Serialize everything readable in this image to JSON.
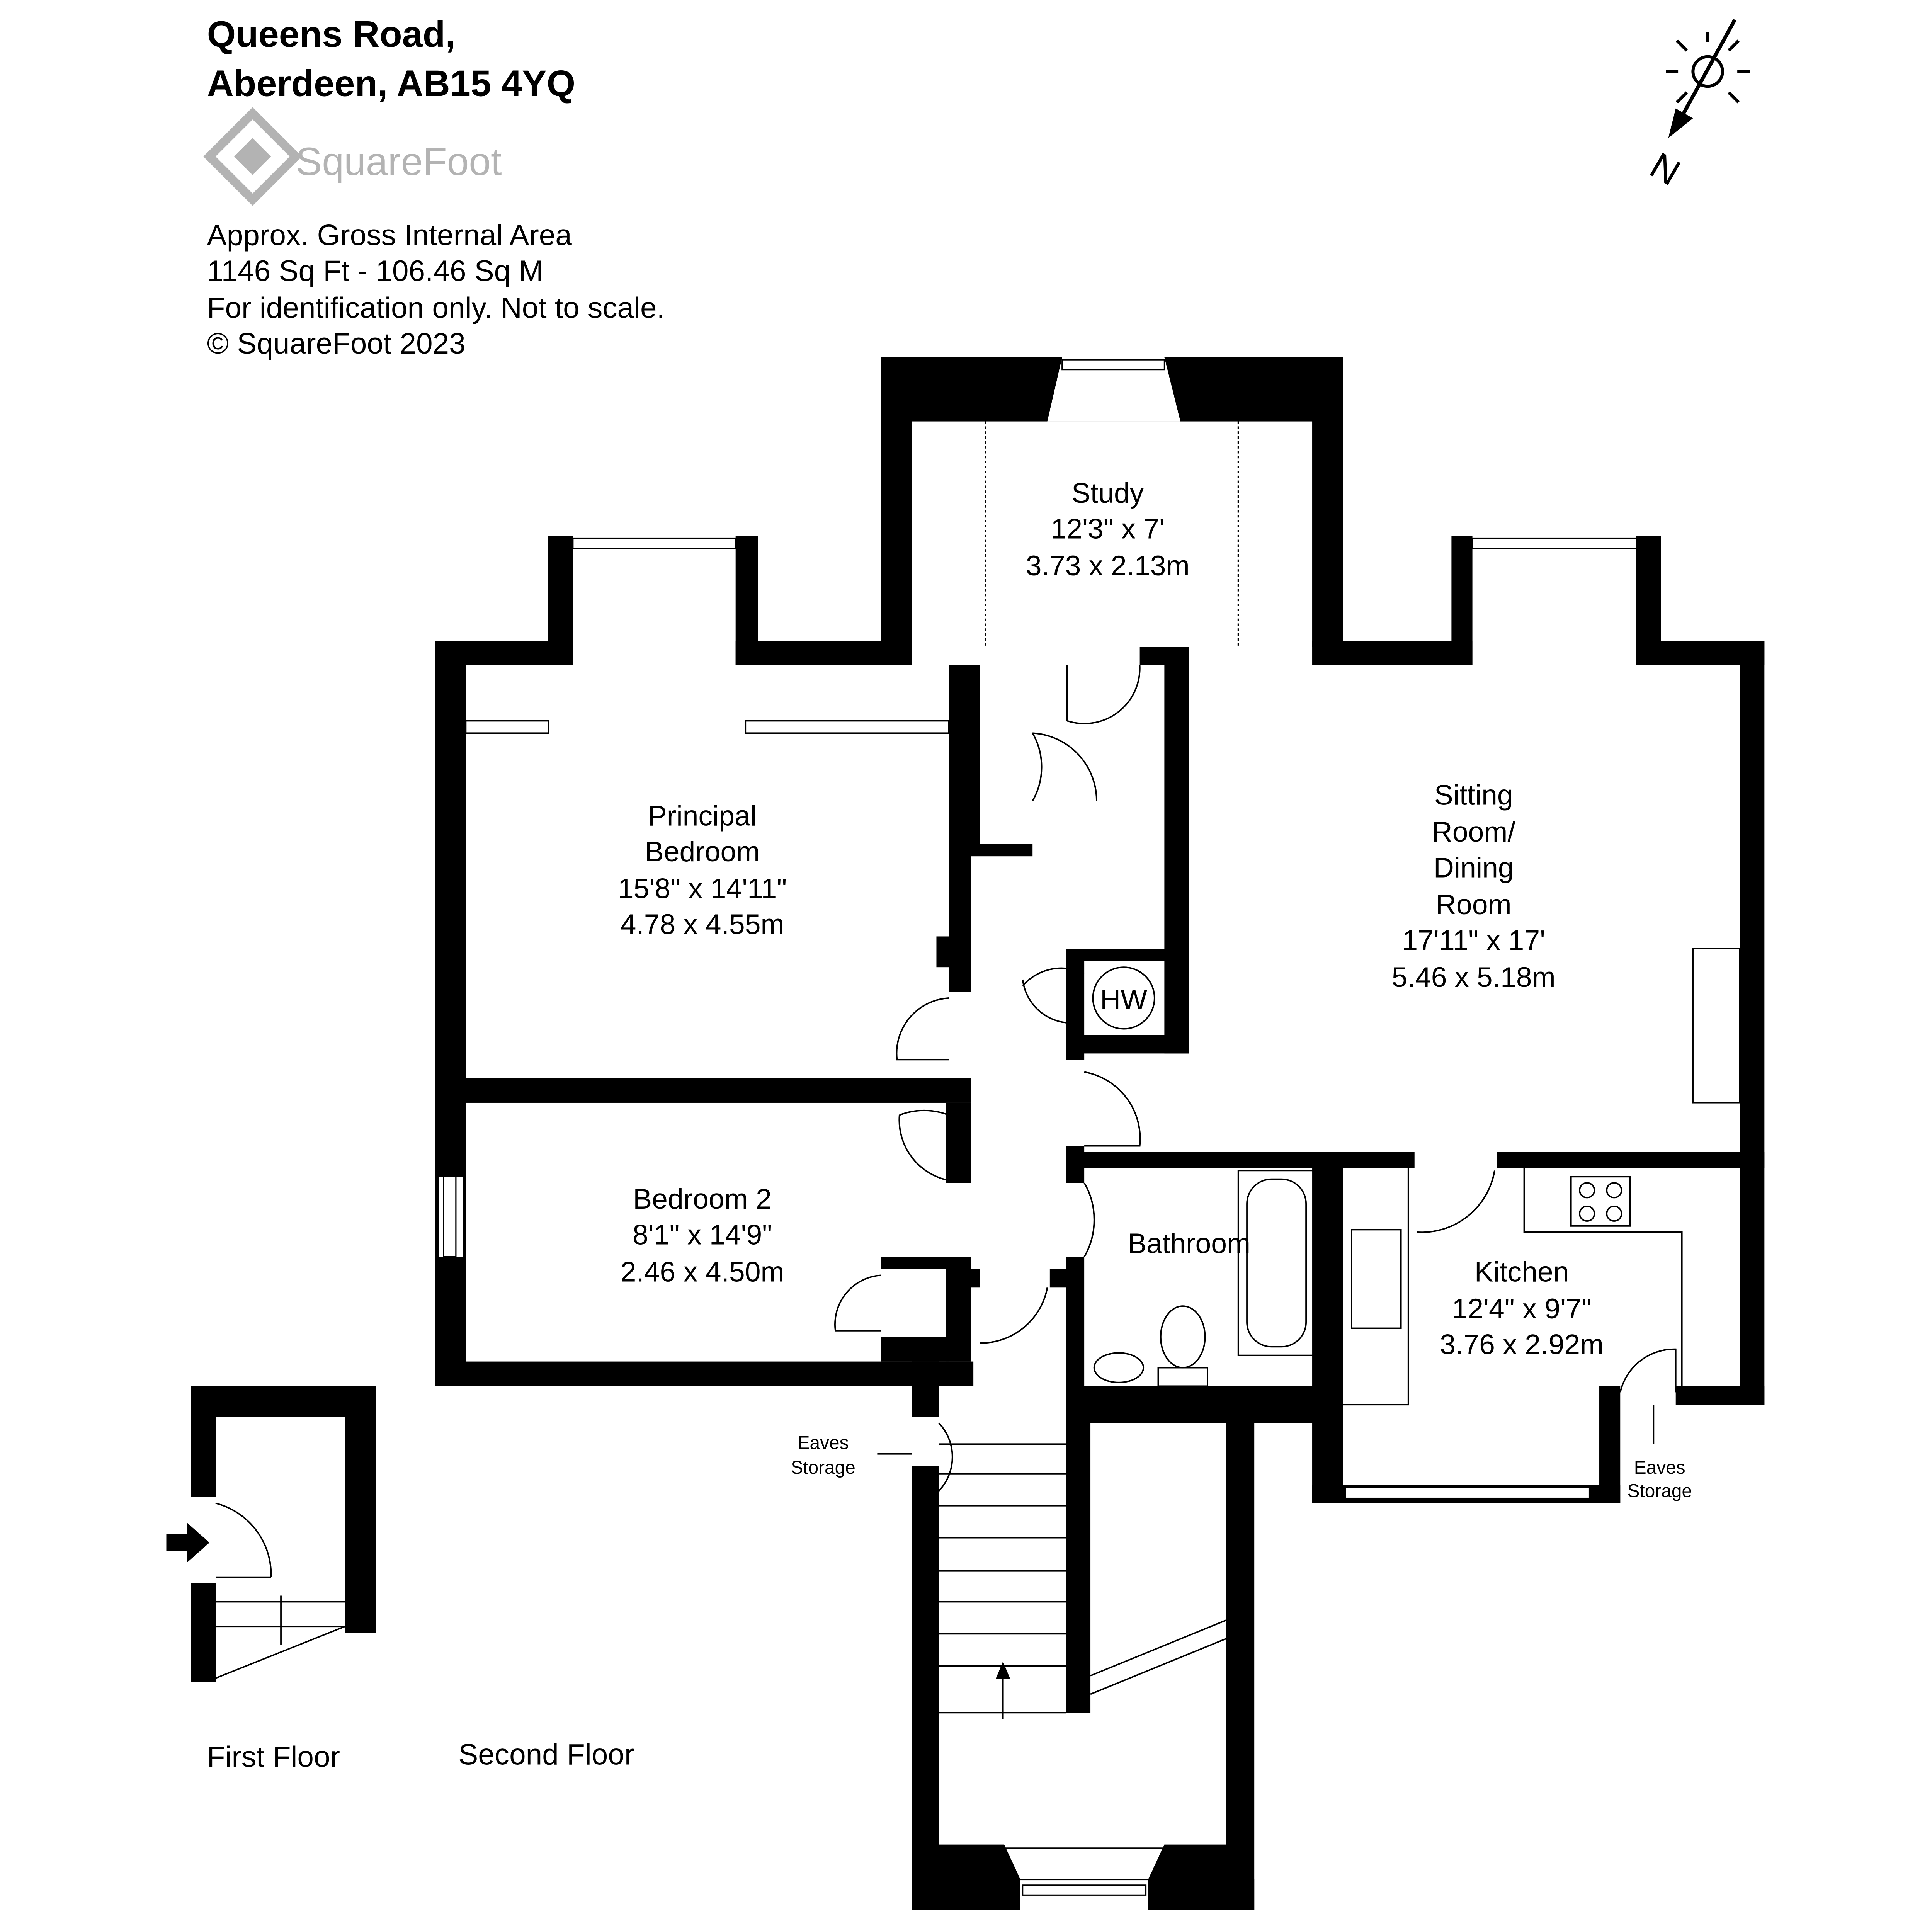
{
  "header": {
    "line1": "Queens Road,",
    "line2": "Aberdeen, AB15 4YQ"
  },
  "logo": {
    "text": "SquareFoot",
    "color": "#b3b3b3"
  },
  "info": {
    "area_label": "Approx. Gross Internal Area",
    "area_value": "1146 Sq Ft  - 106.46 Sq M",
    "disclaimer": "For identification only. Not to scale.",
    "copyright": "© SquareFoot 2023"
  },
  "compass": {
    "north_label": "N",
    "icon": "sun-icon"
  },
  "rooms": {
    "study": {
      "name": "Study",
      "imperial": "12'3\" x 7'",
      "metric": "3.73 x 2.13m"
    },
    "principal": {
      "name1": "Principal",
      "name2": "Bedroom",
      "imperial": "15'8\" x 14'11\"",
      "metric": "4.78 x 4.55m"
    },
    "sitting": {
      "name1": "Sitting",
      "name2": "Room/",
      "name3": "Dining",
      "name4": "Room",
      "imperial": "17'11\" x 17'",
      "metric": "5.46 x 5.18m"
    },
    "bedroom2": {
      "name": "Bedroom 2",
      "imperial": "8'1\" x 14'9\"",
      "metric": "2.46 x 4.50m"
    },
    "bathroom": {
      "name": "Bathroom"
    },
    "kitchen": {
      "name": "Kitchen",
      "imperial": "12'4\" x 9'7\"",
      "metric": "3.76 x 2.92m"
    },
    "hw": {
      "name": "HW"
    },
    "eaves1": {
      "line1": "Eaves",
      "line2": "Storage"
    },
    "eaves2": {
      "line1": "Eaves",
      "line2": "Storage"
    }
  },
  "floors": {
    "first": "First Floor",
    "second": "Second Floor"
  }
}
